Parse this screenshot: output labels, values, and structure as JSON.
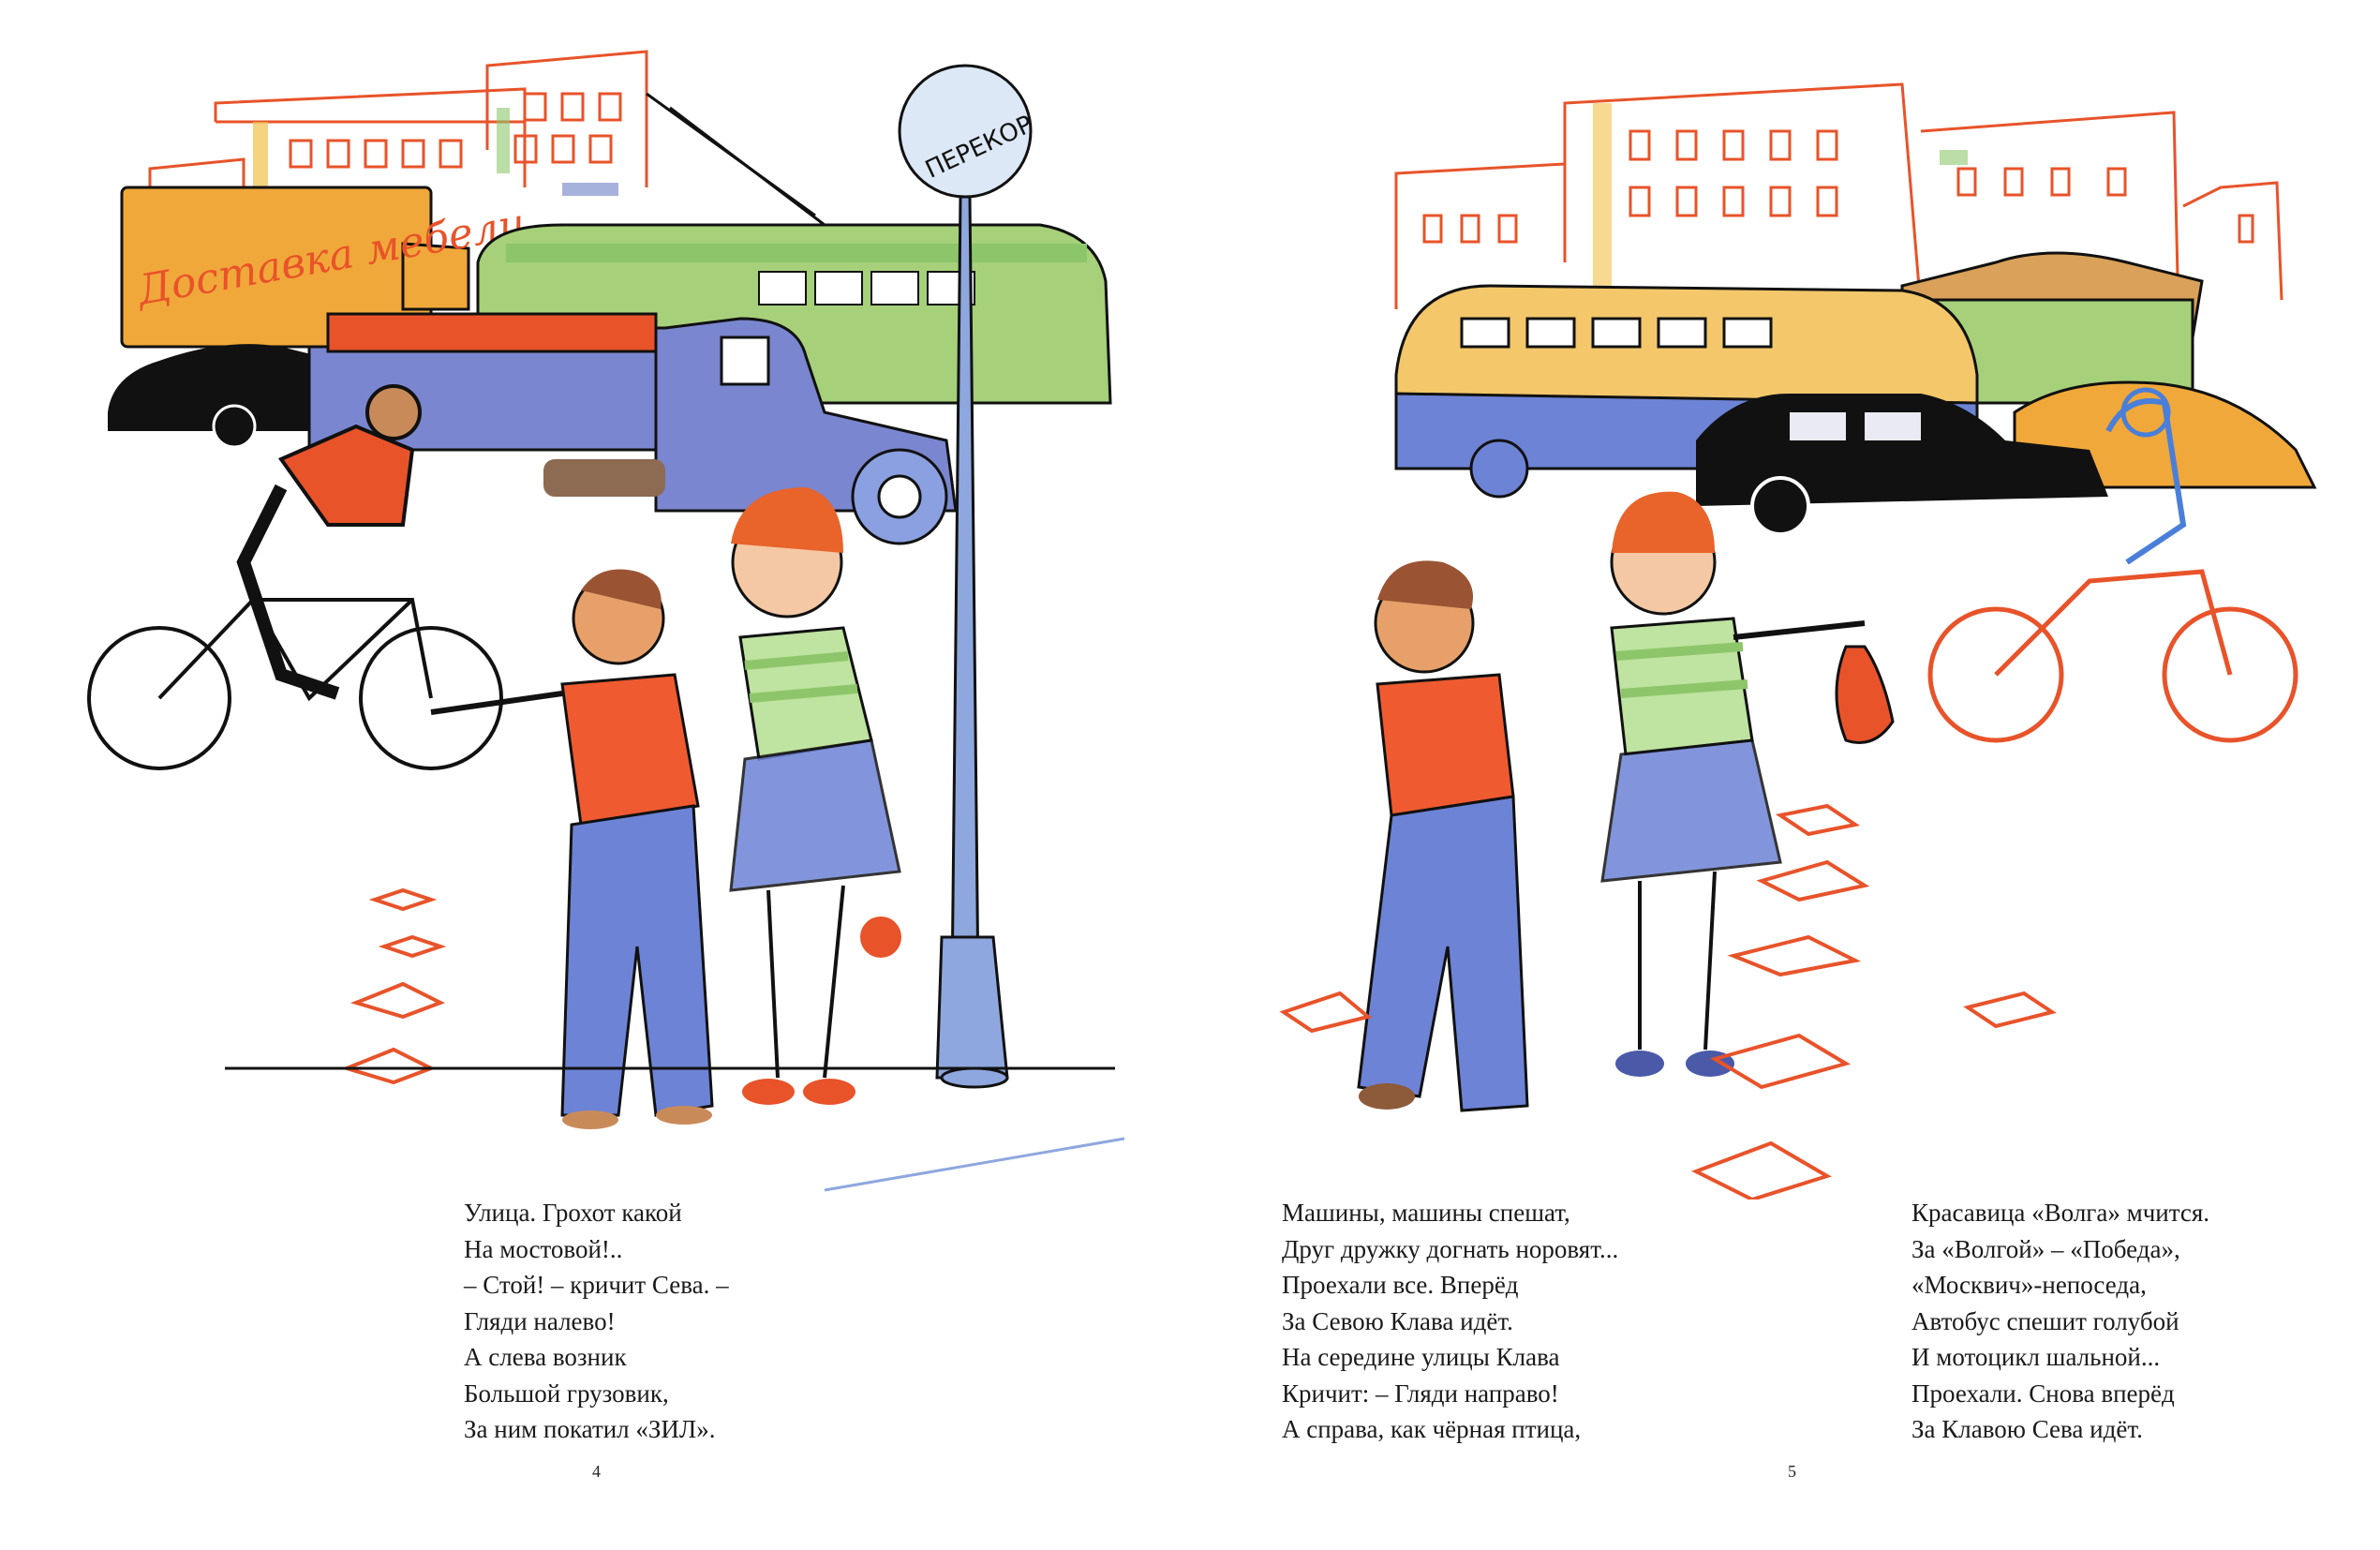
{
  "left_page": {
    "poem_lines": [
      "Улица. Грохот какой",
      "На мостовой!..",
      "– Стой! – кричит Сева. –",
      "Гляди налево!",
      "А слева возник",
      "Большой грузовик,",
      "За ним покатил «ЗИЛ»."
    ],
    "page_number": "4",
    "truck_sign": "Доставка мебели",
    "street_sign": "ПЕРЕКОР"
  },
  "right_page": {
    "poem_col1": [
      "Машины, машины спешат,",
      "Друг дружку догнать норовят...",
      "Проехали все. Вперёд",
      "За Севою Клава идёт.",
      "На середине улицы Клава",
      "Кричит: – Гляди направо!",
      "А справа, как чёрная птица,"
    ],
    "poem_col2": [
      "Красавица «Волга» мчится.",
      "За «Волгой» – «Победа»,",
      "«Москвич»-непоседа,",
      "Автобус спешит голубой",
      "И мотоцикл шальной...",
      "Проехали. Снова вперёд",
      "За Клавою Сева идёт."
    ],
    "page_number": "5"
  },
  "colors": {
    "orange_red": "#e8532a",
    "blue": "#6c7fc4",
    "green": "#8dc66a",
    "yellow": "#f1c04a",
    "black": "#111111"
  }
}
